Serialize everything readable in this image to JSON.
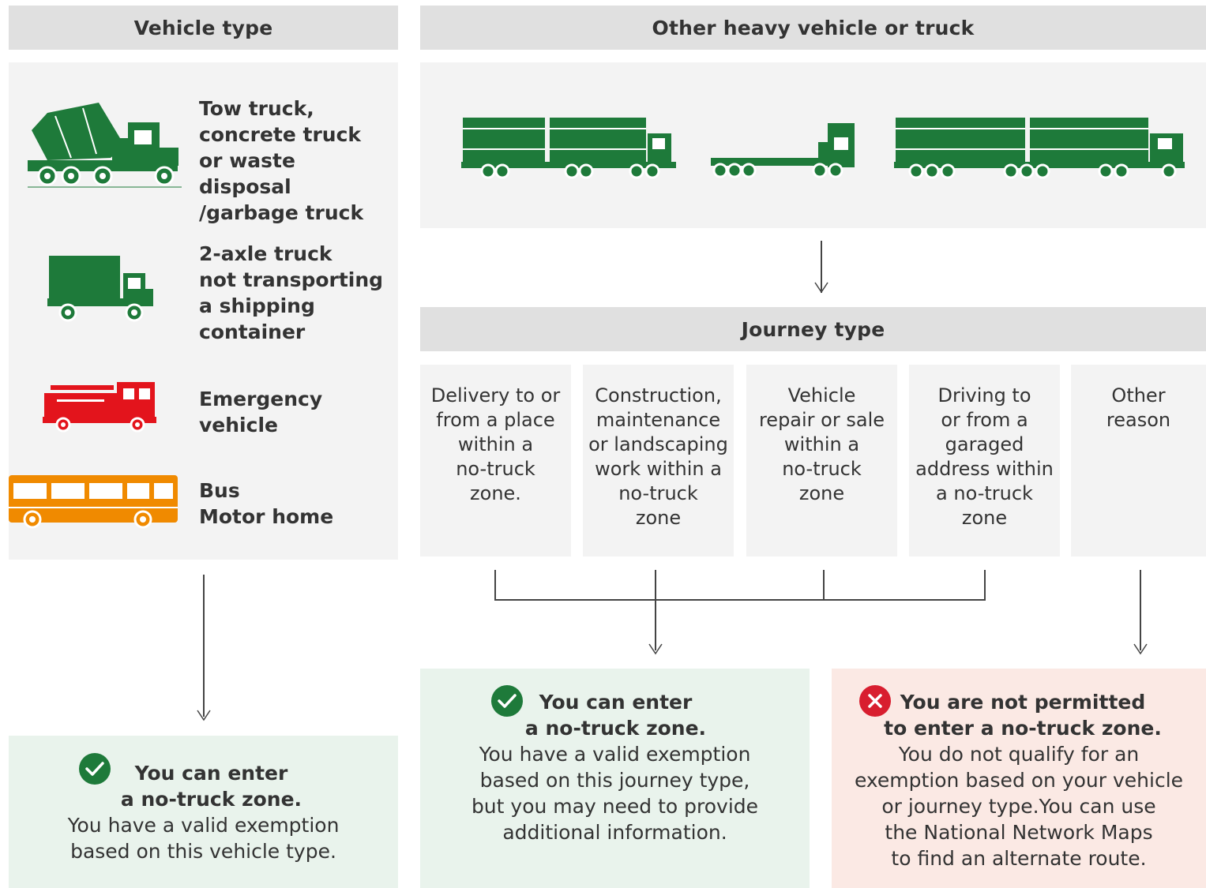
{
  "headers": {
    "vehicle_type": "Vehicle type",
    "other_heavy": "Other heavy vehicle or truck",
    "journey_type": "Journey type"
  },
  "vehicles": [
    {
      "label": "Tow truck,\nconcrete truck\nor waste disposal\n/garbage truck",
      "icon": "concrete-truck-icon",
      "color": "#1e7a3a"
    },
    {
      "label": "2-axle truck\nnot transporting\na shipping\ncontainer",
      "icon": "two-axle-truck-icon",
      "color": "#1e7a3a"
    },
    {
      "label": "Emergency\nvehicle",
      "icon": "fire-truck-icon",
      "color": "#e3141c"
    },
    {
      "label": "Bus\nMotor home",
      "icon": "bus-icon",
      "color": "#f08a00"
    }
  ],
  "heavy_icons": [
    "road-train-icon",
    "low-loader-icon",
    "b-double-icon"
  ],
  "journeys": [
    "Delivery to or\nfrom a place\nwithin a\nno-truck\nzone.",
    "Construction,\nmaintenance\nor landscaping\nwork within a\nno-truck\nzone",
    "Vehicle\nrepair or sale\nwithin a\nno-truck\nzone",
    "Driving to\nor from a\ngaraged\naddress within\na no-truck\nzone",
    "Other\nreason"
  ],
  "results": {
    "vehicle_ok": {
      "title": "You can enter\na no-truck zone.",
      "body": "You have a valid exemption\nbased on this vehicle type."
    },
    "journey_ok": {
      "title": "You can enter\na no-truck zone.",
      "body": "You have a valid exemption\nbased on this journey type,\nbut you may need to provide\nadditional information."
    },
    "not_permitted": {
      "title": "You are not permitted\nto enter a no-truck zone.",
      "body": "You do not qualify for an\nexemption based on your vehicle\nor journey type.You can use\nthe National Network Maps\nto find an alternate route."
    }
  },
  "colors": {
    "green": "#1e7a3a",
    "red": "#d81e2f",
    "orange": "#f08a00",
    "header_bg": "#e0e0e0",
    "panel_bg": "#f3f3f3",
    "ok_bg": "#e9f3ec",
    "no_bg": "#fbe9e4"
  }
}
